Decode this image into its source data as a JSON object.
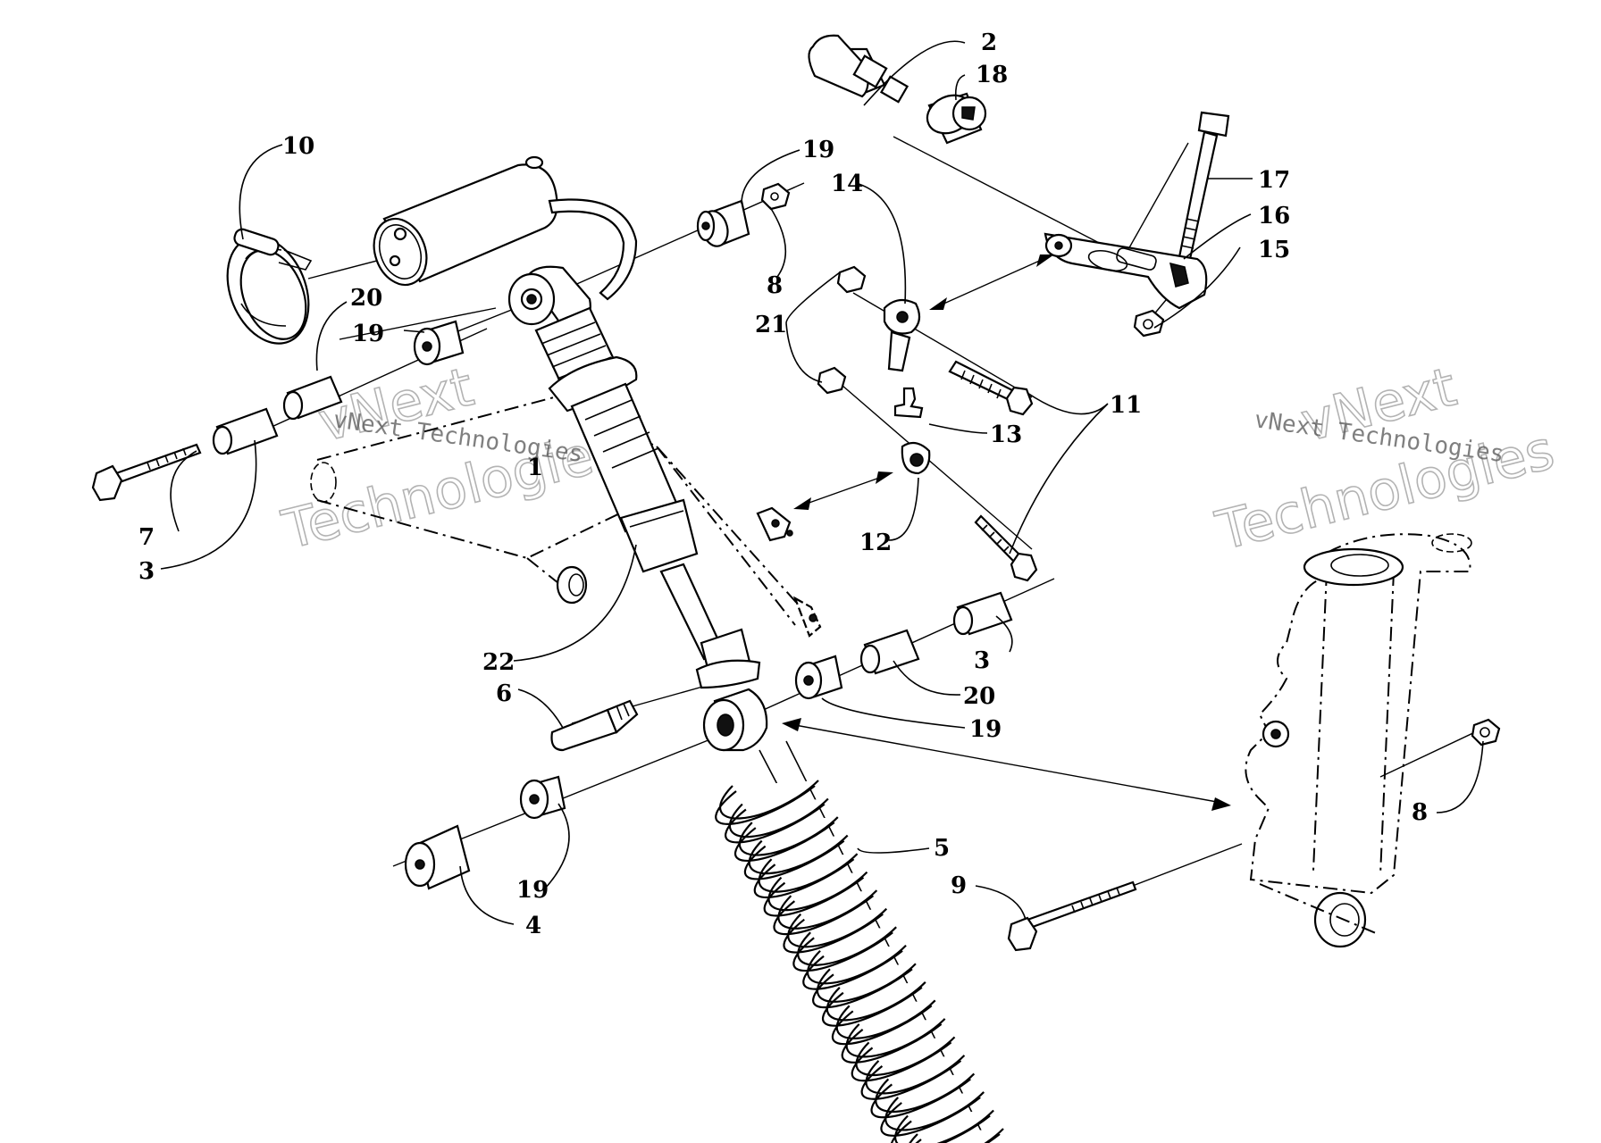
{
  "diagram": {
    "callouts": [
      {
        "id": "c2",
        "text": "2"
      },
      {
        "id": "c18",
        "text": "18"
      },
      {
        "id": "c10",
        "text": "10"
      },
      {
        "id": "c19a",
        "text": "19"
      },
      {
        "id": "c14",
        "text": "14"
      },
      {
        "id": "c17",
        "text": "17"
      },
      {
        "id": "c16",
        "text": "16"
      },
      {
        "id": "c15",
        "text": "15"
      },
      {
        "id": "c8a",
        "text": "8"
      },
      {
        "id": "c20a",
        "text": "20"
      },
      {
        "id": "c19b",
        "text": "19"
      },
      {
        "id": "c21",
        "text": "21"
      },
      {
        "id": "c11",
        "text": "11"
      },
      {
        "id": "c13",
        "text": "13"
      },
      {
        "id": "c12",
        "text": "12"
      },
      {
        "id": "c7",
        "text": "7"
      },
      {
        "id": "c3a",
        "text": "3"
      },
      {
        "id": "c22",
        "text": "22"
      },
      {
        "id": "c3b",
        "text": "3"
      },
      {
        "id": "c6",
        "text": "6"
      },
      {
        "id": "c20b",
        "text": "20"
      },
      {
        "id": "c19c",
        "text": "19"
      },
      {
        "id": "c8b",
        "text": "8"
      },
      {
        "id": "c5",
        "text": "5"
      },
      {
        "id": "c9",
        "text": "9"
      },
      {
        "id": "c19d",
        "text": "19"
      },
      {
        "id": "c4",
        "text": "4"
      },
      {
        "id": "c1",
        "text": "1"
      }
    ],
    "watermarks": [
      {
        "id": "wm1-small",
        "text": "vNext Technologies"
      },
      {
        "id": "wm1-big-a",
        "text": "vNext"
      },
      {
        "id": "wm1-big-b",
        "text": "Technologies"
      },
      {
        "id": "wm2-small",
        "text": "vNext Technologies"
      },
      {
        "id": "wm2-big-a",
        "text": "vNext"
      },
      {
        "id": "wm2-big-b",
        "text": "Technologies"
      }
    ]
  }
}
